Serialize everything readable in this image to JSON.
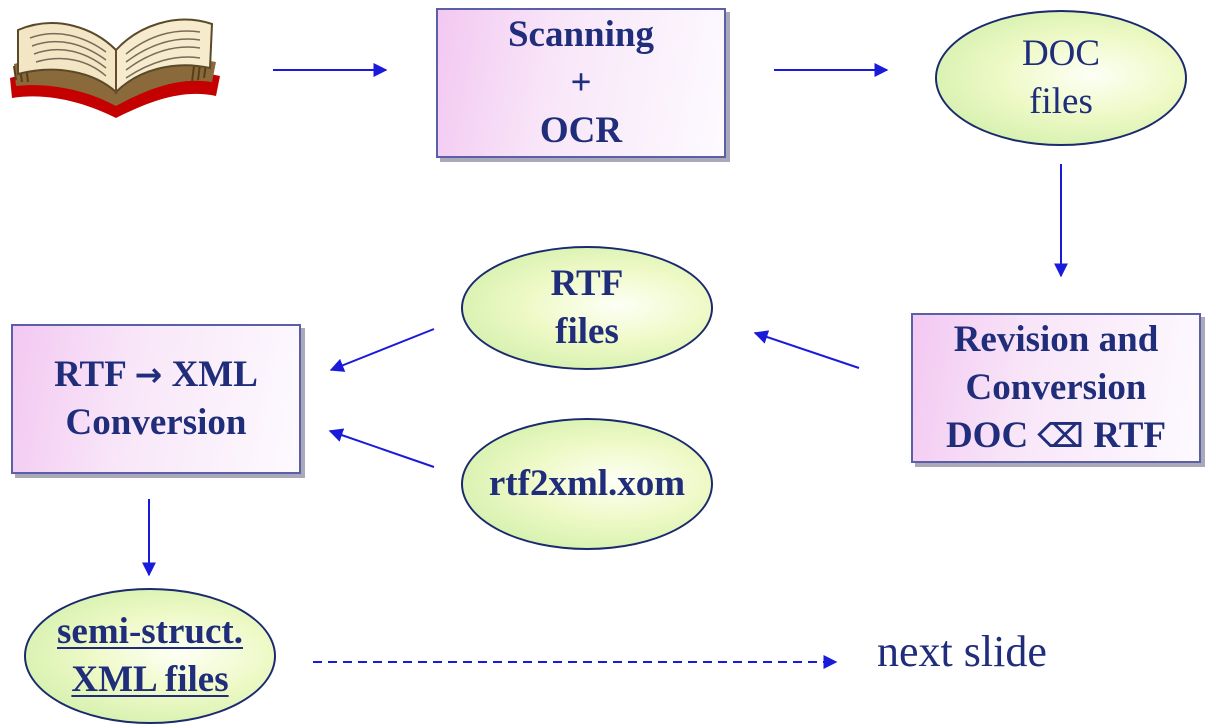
{
  "nodes": {
    "scanning": {
      "lines": [
        "Scanning",
        "+",
        "OCR"
      ]
    },
    "doc_files": {
      "lines": [
        "DOC",
        "files"
      ]
    },
    "revision": {
      "line1": "Revision and",
      "line2": "Conversion",
      "line3_left": "DOC",
      "line3_symbol": "⌫",
      "line3_right": "RTF"
    },
    "rtf_files": {
      "lines": [
        "RTF",
        "files"
      ]
    },
    "rtf_xml": {
      "line1_left": "RTF",
      "line1_symbol": "→",
      "line1_right": "XML",
      "line2": "Conversion"
    },
    "rtf2xml": {
      "label": "rtf2xml.xom"
    },
    "semi_struct": {
      "lines": [
        "semi-struct.",
        "XML files"
      ]
    }
  },
  "next_slide": "next slide",
  "colors": {
    "arrow": "#1a1adb",
    "text": "#1f2d7a",
    "box_fill": "#f3c8f2",
    "ellipse_fill": "#c6eca0"
  },
  "icons": {
    "book": "open-book-icon"
  }
}
